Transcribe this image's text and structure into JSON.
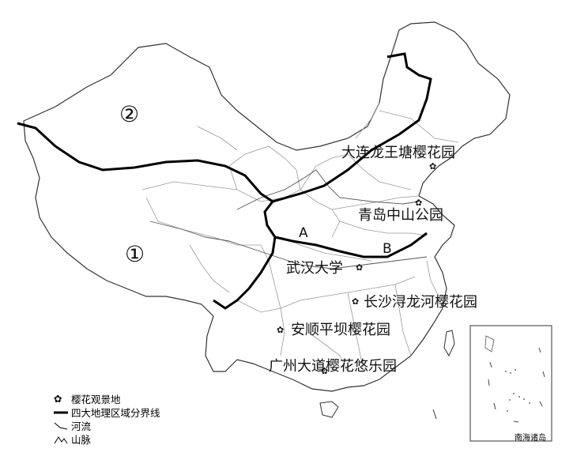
{
  "map": {
    "region_labels": {
      "region_1": "①",
      "region_2": "②"
    },
    "point_labels": {
      "a": "A",
      "b": "B"
    },
    "sites": [
      {
        "name": "大连龙王塘樱花园"
      },
      {
        "name": "青岛中山公园"
      },
      {
        "name": "武汉大学"
      },
      {
        "name": "长沙浔龙河樱花园"
      },
      {
        "name": "安顺平坝樱花园"
      },
      {
        "name": "广州大道樱花悠乐园"
      }
    ]
  },
  "legend": {
    "items": [
      {
        "label": "樱花观景地",
        "symbol": "flower-icon"
      },
      {
        "label": "四大地理区域分界线",
        "symbol": "thick-line-icon"
      },
      {
        "label": "河流",
        "symbol": "river-icon"
      },
      {
        "label": "山脉",
        "symbol": "mountain-icon"
      }
    ]
  },
  "inset": {
    "title": "南海诸岛"
  },
  "colors": {
    "outline": "#222222",
    "province_lines": "#9a9a9a",
    "boundary": "#000000",
    "background": "#ffffff"
  }
}
